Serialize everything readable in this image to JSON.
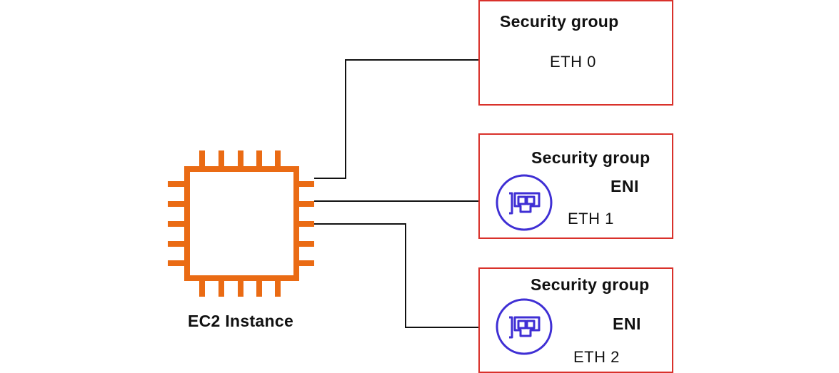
{
  "instance": {
    "label": "EC2 Instance",
    "color": "#ea6b14"
  },
  "security_groups": [
    {
      "title": "Security group",
      "eni": "",
      "eth": "ETH 0"
    },
    {
      "title": "Security group",
      "eni": "ENI",
      "eth": "ETH 1"
    },
    {
      "title": "Security group",
      "eni": "ENI",
      "eth": "ETH 2"
    }
  ],
  "colors": {
    "box_border": "#d9312b",
    "eni_icon": "#3f2fd4",
    "connector": "#111111"
  },
  "icons": {
    "instance": "ec2-chip-icon",
    "eni": "network-card-icon"
  }
}
